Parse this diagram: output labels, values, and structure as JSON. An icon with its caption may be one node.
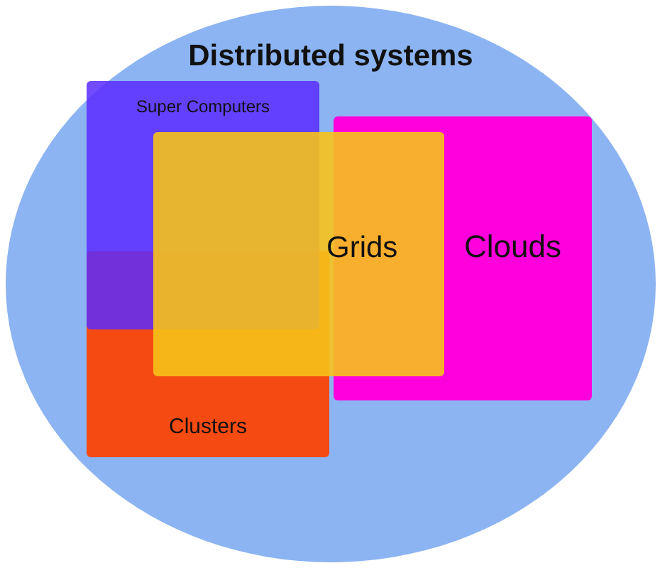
{
  "diagram": {
    "nodes": [
      {
        "text": [
          "Distributed systems"
        ]
      },
      {
        "text": [
          "Super Computers"
        ],
        "in": 0
      },
      {
        "text": [
          "Grids"
        ],
        "in": 0
      },
      {
        "text": [
          "Clouds"
        ],
        "in": 0
      },
      {
        "text": [
          "Clusters"
        ],
        "in": 0
      }
    ]
  }
}
